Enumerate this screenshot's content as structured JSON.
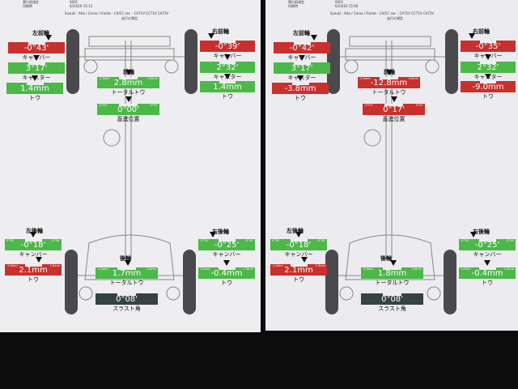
{
  "sheets": [
    {
      "header": {
        "line1": "実行前測定",
        "line2": "印刷時",
        "id": "0001",
        "datetime": "6/24/16 15:13",
        "vehicle": "Suzuki : Alto / Cervo / Fronte : CA/CC ser. : CA71V CC71V CA72V",
        "subtitle": "走行の測定"
      },
      "wheel_labels": {
        "fl": "左前輪",
        "fr": "右前輪",
        "front": "前輪",
        "rl": "左後輪",
        "rr": "右後輪",
        "rear": "後輪"
      },
      "gauges": {
        "fl_camber": {
          "value": "-0°43'",
          "label": "キャンバー",
          "status": "red",
          "min": "",
          "max": ""
        },
        "fl_caster": {
          "value": "3°17'",
          "label": "キャスター",
          "status": "green",
          "min": "",
          "max": ""
        },
        "fl_toe": {
          "value": "1.4mm",
          "label": "トウ",
          "status": "green",
          "min": "",
          "max": ""
        },
        "fr_camber": {
          "value": "-0°39'",
          "label": "キャンバー",
          "status": "red",
          "min": "",
          "max": ""
        },
        "fr_caster": {
          "value": "2°32'",
          "label": "キャスター",
          "status": "green",
          "min": "",
          "max": ""
        },
        "fr_toe": {
          "value": "1.4mm",
          "label": "トウ",
          "status": "green",
          "min": "",
          "max": ""
        },
        "front_total": {
          "value": "2.8mm",
          "label": "トータルトウ",
          "status": "green",
          "min": "-2.0mm",
          "max": "4.0mm"
        },
        "steering": {
          "value": "0°00'",
          "label": "直進位置",
          "status": "green",
          "min": "-0°03'",
          "max": "0°03'"
        },
        "rl_camber": {
          "value": "-0°18'",
          "label": "キャンバー",
          "status": "green",
          "min": "0°30'",
          "max": "-0°30'"
        },
        "rl_toe": {
          "value": "2.1mm",
          "label": "トウ",
          "status": "red",
          "min": "-1.0mm",
          "max": "1.0mm"
        },
        "rr_camber": {
          "value": "-0°25'",
          "label": "キャンバー",
          "status": "green",
          "min": "-0°30'",
          "max": "0°30'"
        },
        "rr_toe": {
          "value": "-0.4mm",
          "label": "トウ",
          "status": "green",
          "min": "1.0mm",
          "max": "-1.0mm"
        },
        "rear_total": {
          "value": "1.7mm",
          "label": "トータルトウ",
          "status": "green",
          "min": "-2.0mm",
          "max": "2.0mm"
        },
        "thrust": {
          "value": "0°08'",
          "label": "スラスト角",
          "status": "dark",
          "min": "",
          "max": ""
        }
      }
    },
    {
      "header": {
        "line1": "実行前測定",
        "line2": "印刷時",
        "id": "0001",
        "datetime": "6/24/16 15:56",
        "vehicle": "Suzuki : Alto / Cervo / Fronte : CA/CC ser. : CA71V CC71V CA72V",
        "subtitle": "走行の測定"
      },
      "wheel_labels": {
        "fl": "左前輪",
        "fr": "右前輪",
        "front": "前輪",
        "rl": "左後輪",
        "rr": "右後輪",
        "rear": "後輪"
      },
      "gauges": {
        "fl_camber": {
          "value": "-0°42'",
          "label": "キャンバー",
          "status": "red",
          "min": "",
          "max": ""
        },
        "fl_caster": {
          "value": "3°17'",
          "label": "キャスター",
          "status": "green",
          "min": "",
          "max": ""
        },
        "fl_toe": {
          "value": "-3.8mm",
          "label": "トウ",
          "status": "red",
          "min": "",
          "max": ""
        },
        "fr_camber": {
          "value": "-0°35'",
          "label": "キャンバー",
          "status": "red",
          "min": "",
          "max": ""
        },
        "fr_caster": {
          "value": "2°32'",
          "label": "キャスター",
          "status": "green",
          "min": "",
          "max": ""
        },
        "fr_toe": {
          "value": "-9.0mm",
          "label": "トウ",
          "status": "red",
          "min": "",
          "max": ""
        },
        "front_total": {
          "value": "-12.8mm",
          "label": "トータルトウ",
          "status": "red",
          "min": "-2.0mm",
          "max": "4.0mm"
        },
        "steering": {
          "value": "0°17'",
          "label": "直進位置",
          "status": "red",
          "min": "-0°03'",
          "max": "0°03'"
        },
        "rl_camber": {
          "value": "-0°18'",
          "label": "キャンバー",
          "status": "green",
          "min": "0°30'",
          "max": "-0°30'"
        },
        "rl_toe": {
          "value": "2.1mm",
          "label": "トウ",
          "status": "red",
          "min": "-1.0mm",
          "max": "1.0mm"
        },
        "rr_camber": {
          "value": "-0°25'",
          "label": "キャンバー",
          "status": "green",
          "min": "-0°30'",
          "max": "0°30'"
        },
        "rr_toe": {
          "value": "-0.4mm",
          "label": "トウ",
          "status": "green",
          "min": "1.0mm",
          "max": "-1.0mm"
        },
        "rear_total": {
          "value": "1.8mm",
          "label": "トータルトウ",
          "status": "green",
          "min": "-2.0mm",
          "max": "2.0mm"
        },
        "thrust": {
          "value": "0°08'",
          "label": "スラスト角",
          "status": "dark",
          "min": "",
          "max": ""
        }
      }
    }
  ]
}
